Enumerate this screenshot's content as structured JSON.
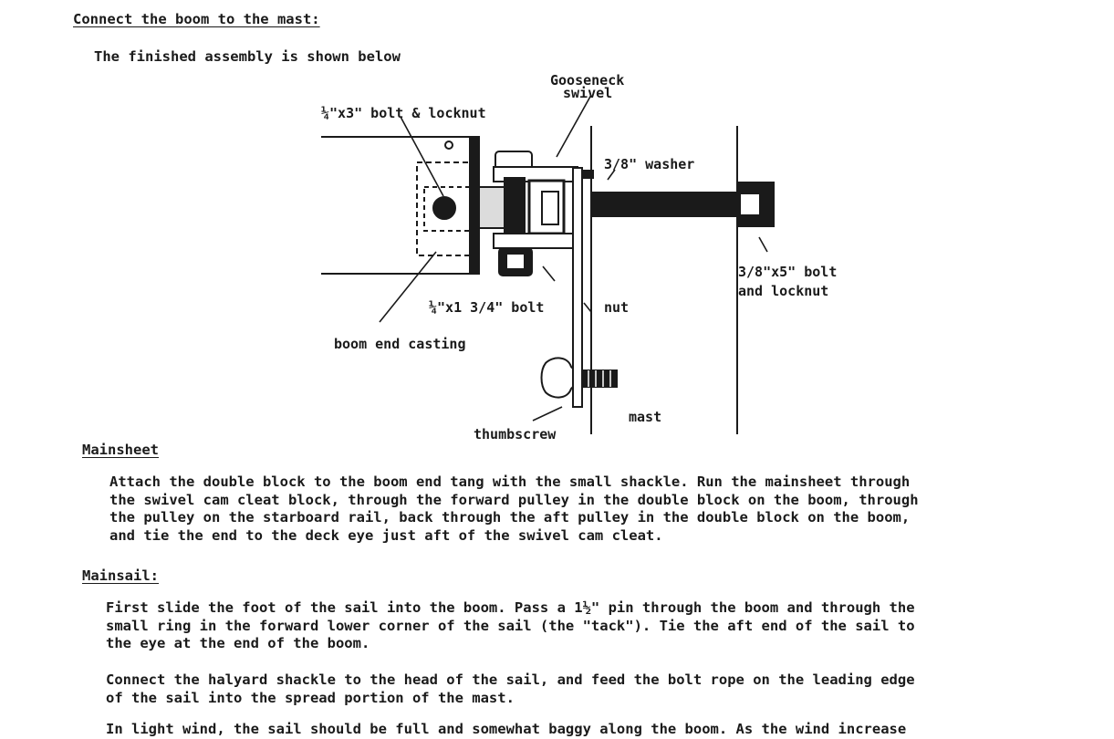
{
  "heading": "Connect the boom to the mast:",
  "intro": "The finished assembly is shown below",
  "diagram": {
    "gooseneck_line1": "Gooseneck",
    "gooseneck_line2": "swivel",
    "bolt_quarter_x3": "¼\"x3\" bolt & locknut",
    "washer": "3/8\" washer",
    "bolt_three_eighths_x5_line1": "3/8\"x5\" bolt",
    "bolt_three_eighths_x5_line2": "and locknut",
    "bolt_quarter_x134": "¼\"x1 3/4\" bolt",
    "nut": "nut",
    "boom_end_casting": "boom end casting",
    "thumbscrew": "thumbscrew",
    "mast": "mast"
  },
  "mainsheet": {
    "title": "Mainsheet",
    "lines": [
      "Attach the double block to the boom end tang with the small shackle.  Run the mainsheet through",
      "the swivel cam cleat block, through the forward pulley in the double block on the boom, through",
      "the pulley on the starboard rail, back through the aft pulley in the double block on the boom,",
      "and tie the end to the deck eye just aft of the swivel cam cleat."
    ]
  },
  "mainsail": {
    "title": "Mainsail:",
    "para1": [
      "First slide the foot of the sail into the boom.  Pass a 1½\" pin through the boom and through the",
      "small ring in the forward lower corner of the sail (the \"tack\").  Tie the aft end of the sail to",
      "the eye at the end of the boom."
    ],
    "para2": [
      "Connect the halyard shackle to the head of the sail, and feed the bolt rope on the leading edge",
      "of the sail into the spread portion of the mast."
    ],
    "para3_partial": "In light wind, the sail should be full and somewhat baggy along the boom.  As the wind increase"
  }
}
